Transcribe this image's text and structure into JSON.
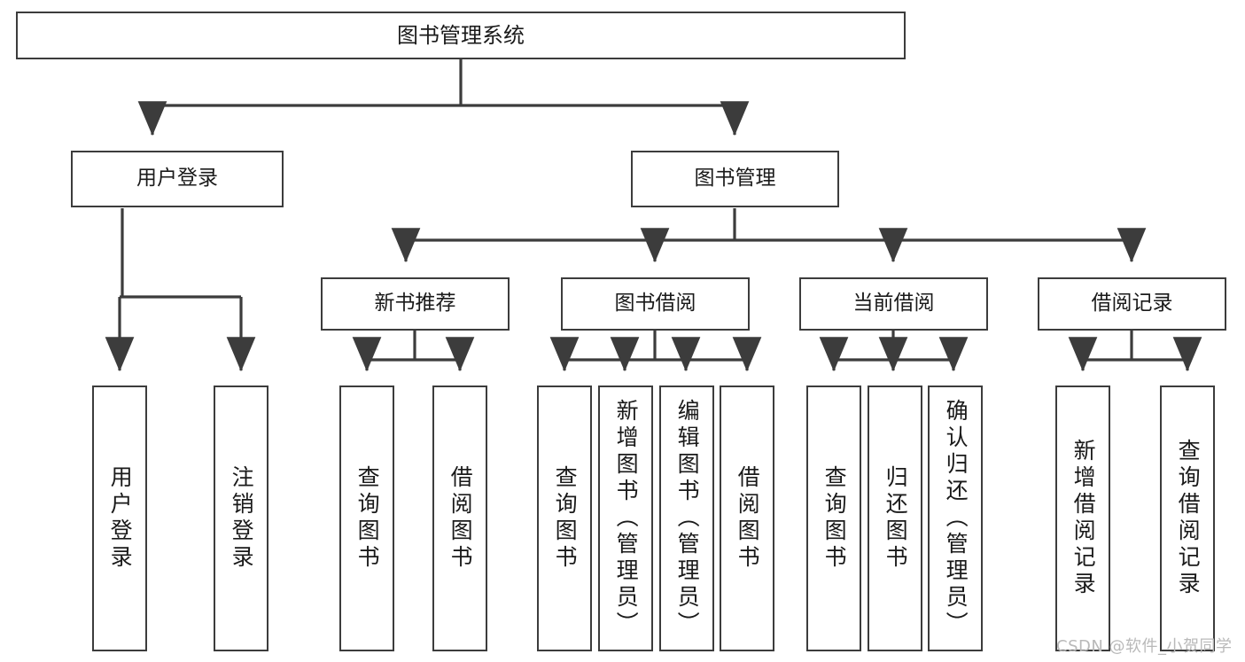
{
  "diagram": {
    "title": "图书管理系统",
    "watermark": "CSDN @软件_小贺同学",
    "stroke_color": "#3c3c3c",
    "text_color": "#1a1a1a",
    "background_color": "#ffffff",
    "watermark_color": "#b9b9b9"
  },
  "nodes": {
    "root": {
      "label": "图书管理系统"
    },
    "level1": [
      {
        "id": "user-login",
        "label": "用户登录"
      },
      {
        "id": "book-manage",
        "label": "图书管理"
      }
    ],
    "level2": [
      {
        "id": "new-book-rec",
        "label": "新书推荐"
      },
      {
        "id": "book-borrow",
        "label": "图书借阅"
      },
      {
        "id": "current-borrow",
        "label": "当前借阅"
      },
      {
        "id": "borrow-record",
        "label": "借阅记录"
      }
    ],
    "leaves": {
      "user_login": [
        {
          "id": "leaf-user-login",
          "label": "用户登录"
        },
        {
          "id": "leaf-logout-login",
          "label": "注销登录"
        }
      ],
      "new_book_rec": [
        {
          "id": "leaf-query-book-1",
          "label": "查询图书"
        },
        {
          "id": "leaf-borrow-book-1",
          "label": "借阅图书"
        }
      ],
      "book_borrow": [
        {
          "id": "leaf-query-book-2",
          "label": "查询图书"
        },
        {
          "id": "leaf-add-book",
          "label": "新增图书（管理员）"
        },
        {
          "id": "leaf-edit-book",
          "label": "编辑图书（管理员）"
        },
        {
          "id": "leaf-borrow-book-2",
          "label": "借阅图书"
        }
      ],
      "current_borrow": [
        {
          "id": "leaf-query-book-3",
          "label": "查询图书"
        },
        {
          "id": "leaf-return-book",
          "label": "归还图书"
        },
        {
          "id": "leaf-confirm-return",
          "label": "确认归还（管理员）"
        }
      ],
      "borrow_record": [
        {
          "id": "leaf-add-record",
          "label": "新增借阅记录"
        },
        {
          "id": "leaf-query-record",
          "label": "查询借阅记录"
        }
      ]
    }
  }
}
